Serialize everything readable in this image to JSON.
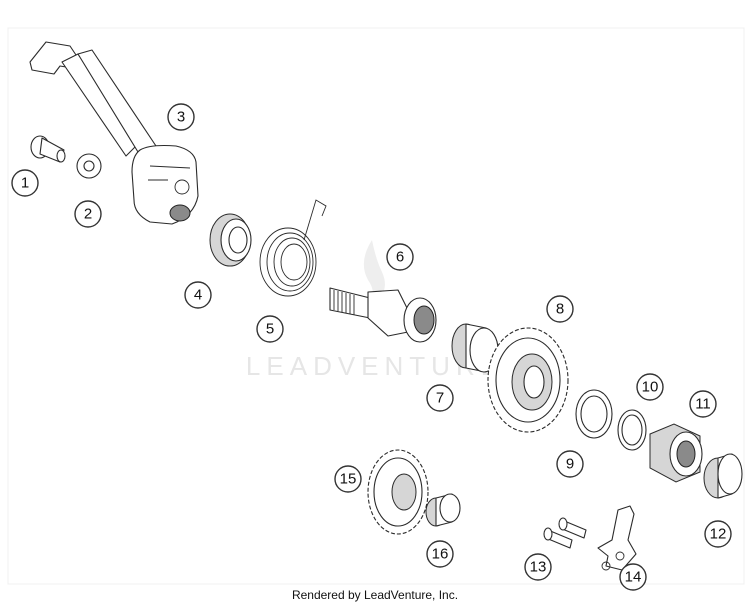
{
  "diagram": {
    "callouts": [
      {
        "id": "1",
        "label": "1"
      },
      {
        "id": "2",
        "label": "2"
      },
      {
        "id": "3",
        "label": "3"
      },
      {
        "id": "4",
        "label": "4"
      },
      {
        "id": "5",
        "label": "5"
      },
      {
        "id": "6",
        "label": "6"
      },
      {
        "id": "7",
        "label": "7"
      },
      {
        "id": "8",
        "label": "8"
      },
      {
        "id": "9",
        "label": "9"
      },
      {
        "id": "10",
        "label": "10"
      },
      {
        "id": "11",
        "label": "11"
      },
      {
        "id": "12",
        "label": "12"
      },
      {
        "id": "13",
        "label": "13"
      },
      {
        "id": "14",
        "label": "14"
      },
      {
        "id": "15",
        "label": "15"
      },
      {
        "id": "16",
        "label": "16"
      }
    ],
    "watermark": "LEADVENTURE"
  },
  "footer": {
    "caption": "Rendered by LeadVenture, Inc."
  }
}
